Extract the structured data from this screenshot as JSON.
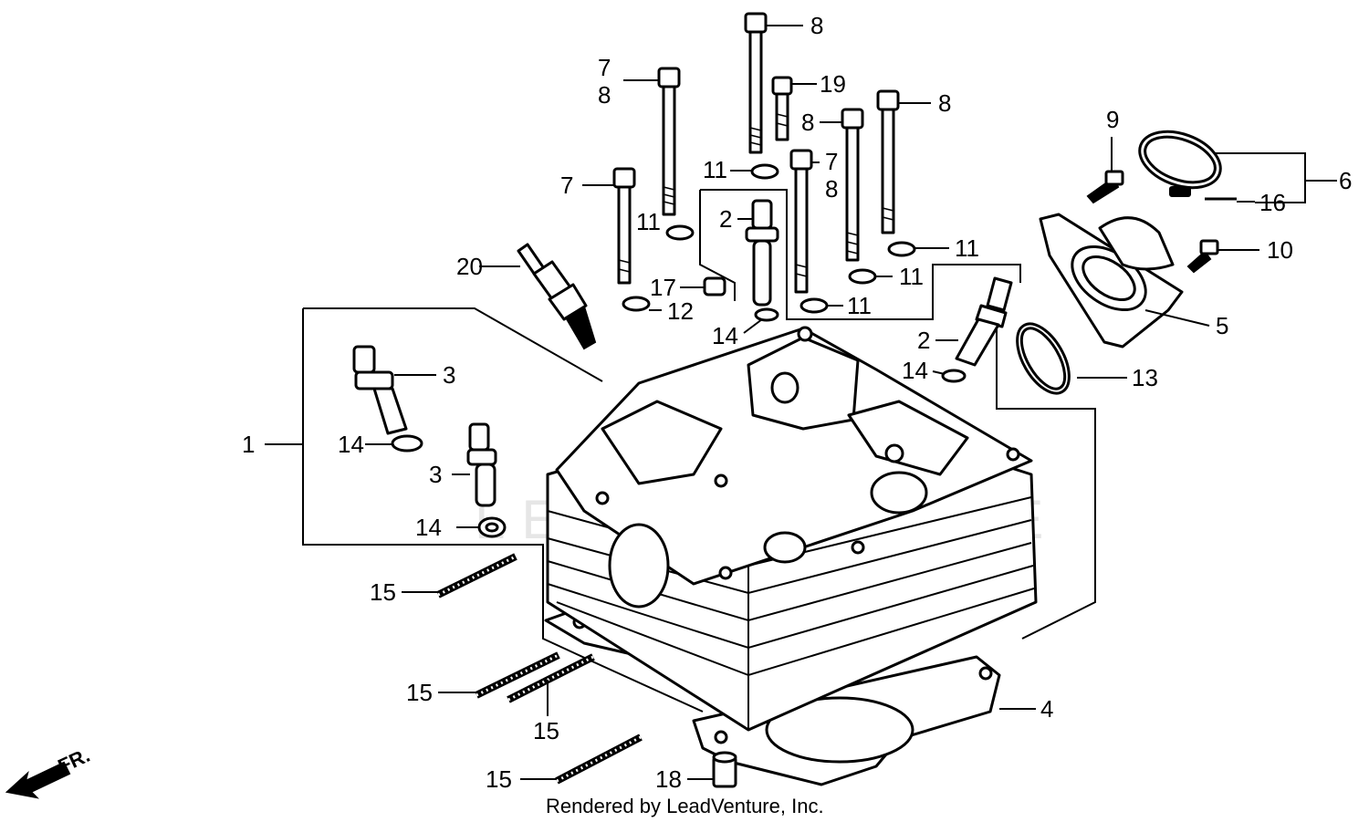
{
  "footer": "Rendered by LeadVenture, Inc.",
  "front_indicator": "FR.",
  "callouts": {
    "c1": "1",
    "c2a": "2",
    "c2b": "2",
    "c3a": "3",
    "c3b": "3",
    "c4": "4",
    "c5": "5",
    "c6": "6",
    "c7a": "7",
    "c7b": "7",
    "c7c": "7",
    "c8a": "8",
    "c8b": "8",
    "c8c": "8",
    "c8d": "8",
    "c8e": "8",
    "c9": "9",
    "c10": "10",
    "c11a": "11",
    "c11b": "11",
    "c11c": "11",
    "c11d": "11",
    "c11e": "11",
    "c12": "12",
    "c13": "13",
    "c14a": "14",
    "c14b": "14",
    "c14c": "14",
    "c14d": "14",
    "c15a": "15",
    "c15b": "15",
    "c15c": "15",
    "c15d": "15",
    "c16": "16",
    "c17": "17",
    "c18": "18",
    "c19": "19",
    "c20": "20"
  }
}
